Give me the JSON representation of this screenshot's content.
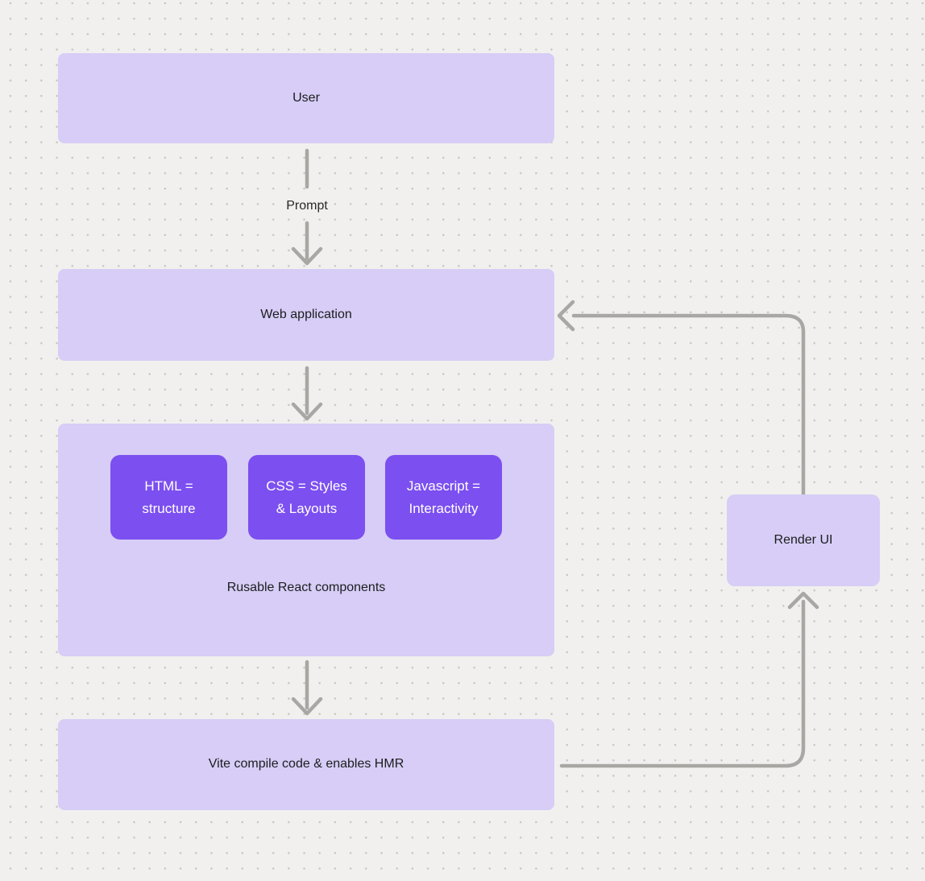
{
  "colors": {
    "background": "#f1f0ee",
    "dot": "#c9c6c1",
    "node_fill": "#d7cdf6",
    "node_text": "#1d1d1f",
    "accent_fill": "#7c4ff0",
    "accent_text": "#ffffff",
    "connector": "#a9a7a4"
  },
  "nodes": {
    "user": {
      "label": "User"
    },
    "web_application": {
      "label": "Web application"
    },
    "components_group": {
      "caption": "Rusable React components",
      "items": [
        {
          "lines": [
            "HTML =",
            "structure"
          ]
        },
        {
          "lines": [
            "CSS = Styles",
            "& Layouts"
          ]
        },
        {
          "lines": [
            "Javascript =",
            "Interactivity"
          ]
        }
      ]
    },
    "vite": {
      "label": "Vite compile code & enables HMR"
    },
    "render_ui": {
      "label": "Render UI"
    }
  },
  "edges": {
    "prompt_label": "Prompt"
  }
}
